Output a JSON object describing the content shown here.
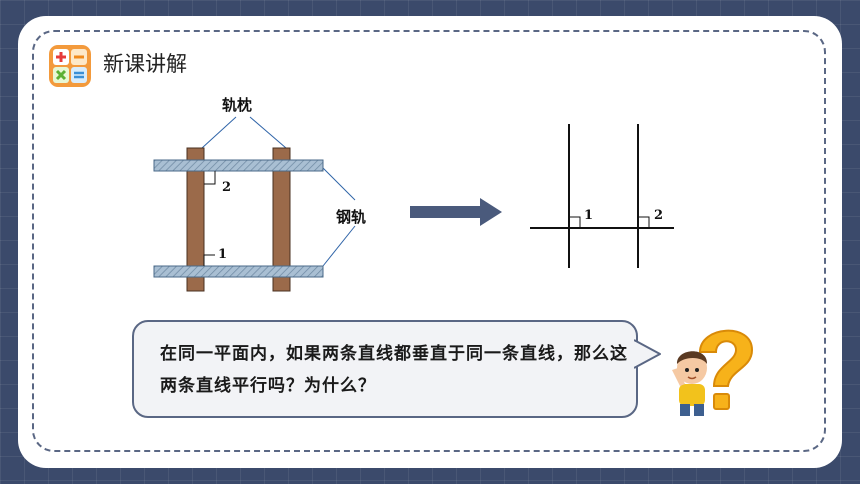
{
  "section_title": "新课讲解",
  "labels": {
    "sleeper": "轨枕",
    "rail": "钢轨"
  },
  "angle_labels": {
    "left_top": "2",
    "left_bottom": "1",
    "right_first": "1",
    "right_second": "2"
  },
  "question": "在同一平面内，如果两条直线都垂直于同一条直线，那么这两条直线平行吗？为什么？",
  "colors": {
    "background": "#3b4a6b",
    "sleeper_wood": "#9b6a4a",
    "rail_steel": "#a9bfd3",
    "arrow": "#4a5a7c",
    "frame_dash": "#5a6784"
  },
  "icons": [
    "math-operators-icon",
    "thinking-child-question-mark-icon"
  ]
}
